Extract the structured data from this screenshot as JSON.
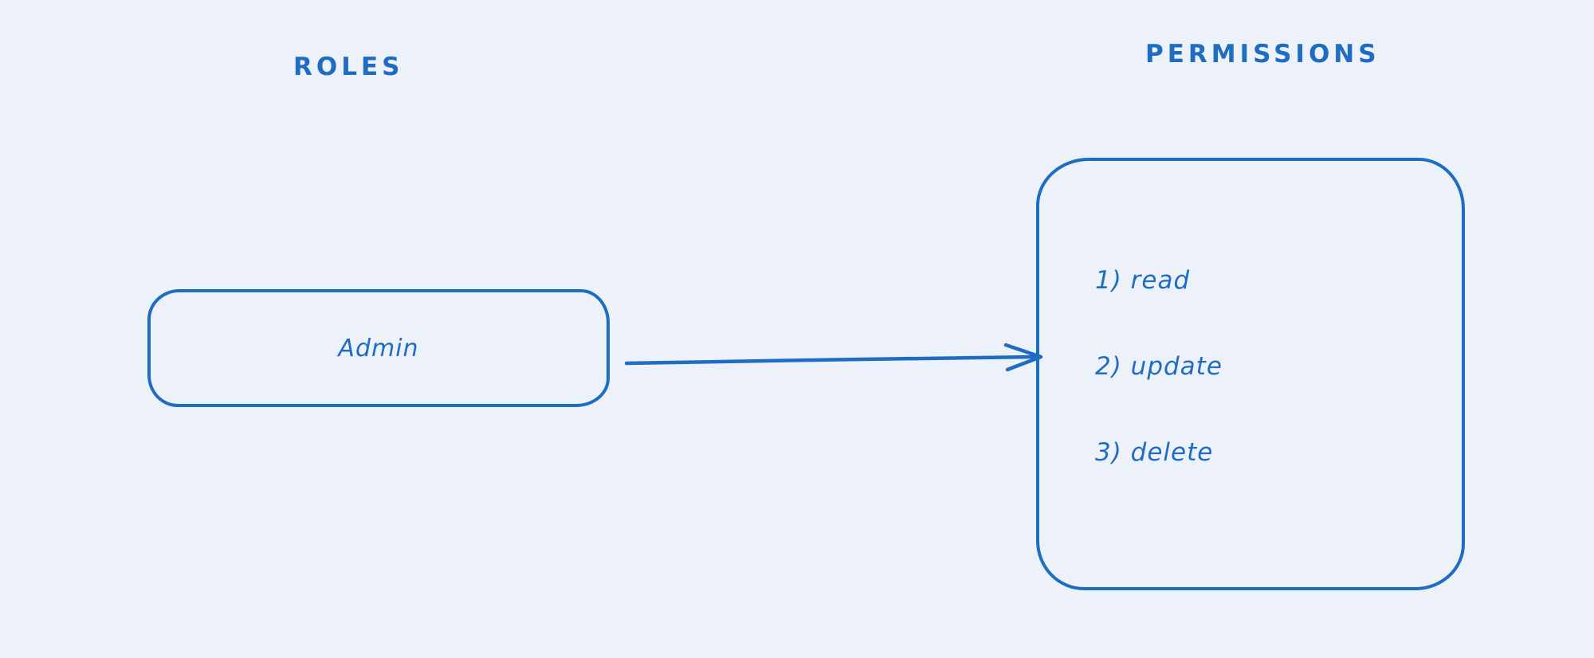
{
  "diagram": {
    "headings": {
      "roles": "ROLES",
      "permissions": "PERMISSIONS"
    },
    "nodes": {
      "admin": {
        "label": "Admin"
      },
      "permissions": {
        "items": [
          "1) read",
          "2) update",
          "3) delete"
        ]
      }
    },
    "edges": [
      {
        "from": "admin",
        "to": "permissions",
        "style": "arrow"
      }
    ]
  },
  "colors": {
    "ink": "#1f6dc2",
    "background": "#edf2fa"
  }
}
